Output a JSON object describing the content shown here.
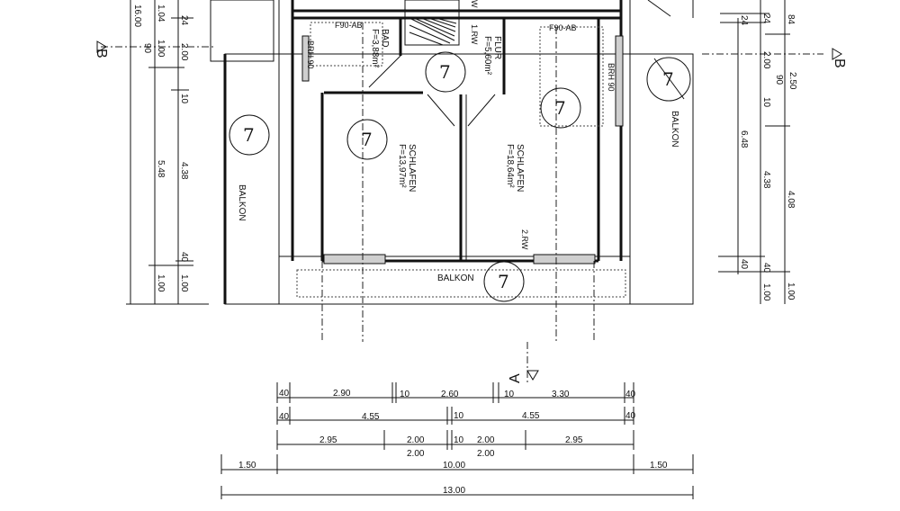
{
  "rooms": {
    "bad": {
      "name": "BAD",
      "area": "F=3,88m²"
    },
    "flur": {
      "name": "FLUR",
      "area": "F=5,60m²"
    },
    "schlafen_left": {
      "name": "SCHLAFEN",
      "area": "F=13,97m²"
    },
    "schlafen_right": {
      "name": "SCHLAFEN",
      "area": "F=18,64m²"
    },
    "balkon_left": "BALKON",
    "balkon_bottom": "BALKON",
    "balkon_right": "BALKON"
  },
  "annotations": {
    "f90_left": "F90-AB",
    "f90_right": "F90-AB",
    "brh_left": "BRH 90",
    "brh_right": "BRH 90",
    "rw1": "1.RW",
    "rw2": "2.RW",
    "stair_w": "W",
    "mark": "7"
  },
  "section_markers": {
    "b_left": "B",
    "b_right": "B",
    "a": "A"
  },
  "dims_bottom": {
    "row1": [
      "40",
      "2.90",
      "10",
      "2.60",
      "10",
      "3.30",
      "40"
    ],
    "row2": [
      "40",
      "4.55",
      "10",
      "4.55",
      "40"
    ],
    "row3": [
      "2.95",
      "2.00",
      "2.00",
      "10",
      "2.00",
      "2.00",
      "2.95"
    ],
    "row4": [
      "1.50",
      "10.00",
      "1.50"
    ],
    "row5": [
      "13.00"
    ]
  },
  "dims_left": {
    "outer": [
      "16.00"
    ],
    "middle": [
      "1.04",
      "1.00",
      "90",
      "5.48",
      "1.00"
    ],
    "inner": [
      "24",
      "2.00",
      "10",
      "4.38",
      "40",
      "1.00"
    ]
  },
  "dims_right": {
    "inner": [
      "24",
      "6.48",
      "40"
    ],
    "middle": [
      "24",
      "2.00",
      "10",
      "4.38",
      "40",
      "1.00"
    ],
    "outer": [
      "84",
      "2.50",
      "90",
      "4.08",
      "1.00"
    ]
  }
}
